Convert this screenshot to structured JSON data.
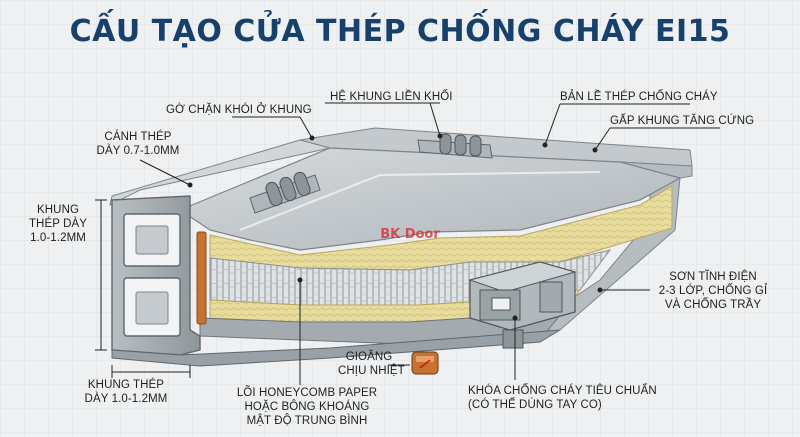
{
  "title": "CẤU TẠO CỬA THÉP CHỐNG CHÁY EI15",
  "watermark": "BK Door",
  "labels": {
    "smoke_seal": "GỜ CHẶN KHÓI Ở KHUNG",
    "integral_frame": "HỆ KHUNG LIỀN KHỐI",
    "hinge": "BẢN LỀ THÉP CHỐNG CHÁY",
    "frame_reinforce": "GẤP KHUNG TĂNG CỨNG",
    "door_leaf_1": "CÁNH THÉP",
    "door_leaf_2": "DÀY 0.7-1.0MM",
    "frame_left_1": "KHUNG",
    "frame_left_2": "THÉP DÀY",
    "frame_left_3": "1.0-1.2MM",
    "paint_1": "SƠN TĨNH ĐIỆN",
    "paint_2": "2-3 LỚP, CHỐNG GỈ",
    "paint_3": "VÀ CHỐNG TRẦY",
    "frame_bottom_1": "KHUNG THÉP",
    "frame_bottom_2": "DÀY 1.0-1.2MM",
    "heat_seal_1": "GIOĂNG",
    "heat_seal_2": "CHỊU NHIỆT",
    "core_1": "LÕI HONEYCOMB PAPER",
    "core_2": "HOẶC BÔNG KHOÁNG",
    "core_3": "MẬT ĐỘ TRUNG BÌNH",
    "lock_1": "KHÓA CHỐNG CHÁY TIÊU CHUẨN",
    "lock_2": "(CÓ THỂ DÙNG TAY CO)"
  },
  "colors": {
    "title": "#17406b",
    "steel_light": "#c9ced2",
    "steel_mid": "#a9b0b5",
    "steel_dark": "#70787d",
    "wool": "#e6d99a",
    "honeycomb": "#d7dbde",
    "heat_seal": "#c9712e",
    "watermark": "#d8262c"
  }
}
